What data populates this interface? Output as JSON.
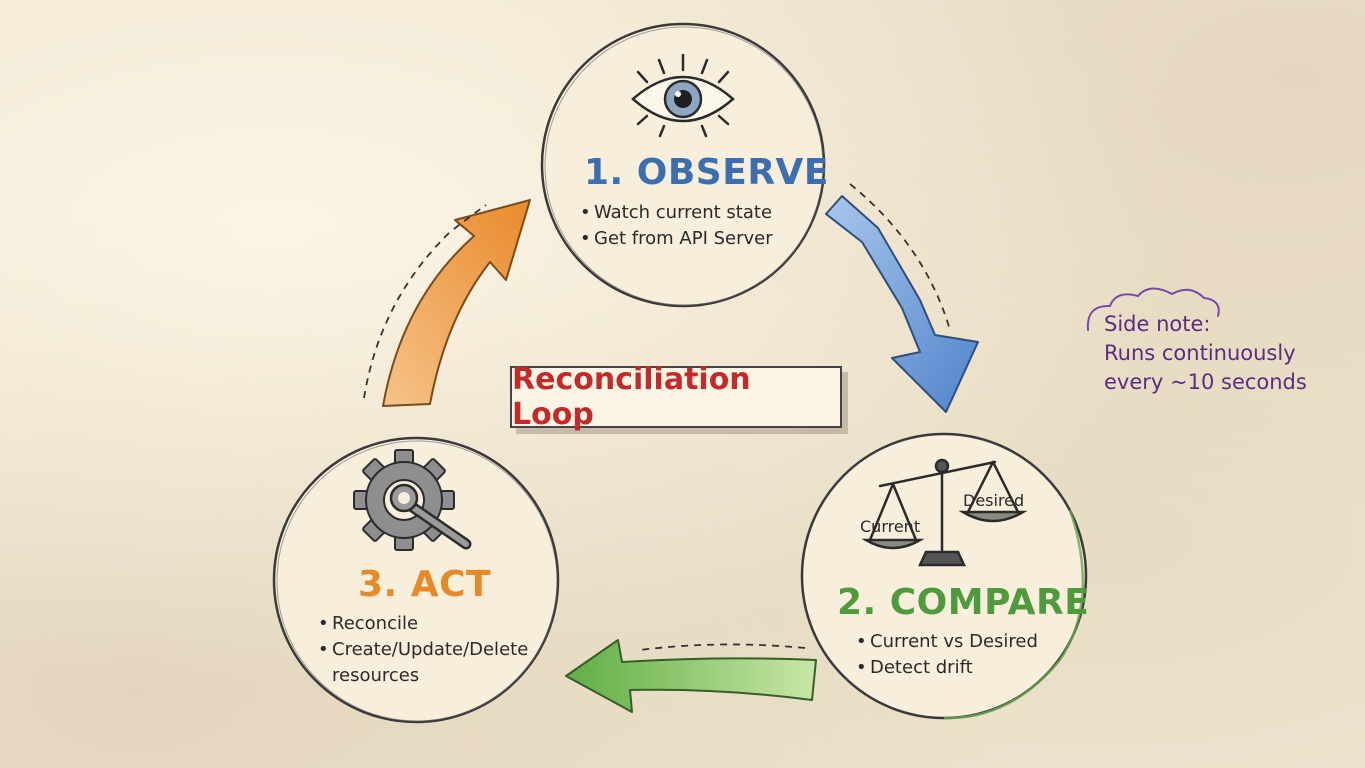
{
  "title": "Reconciliation Loop",
  "steps": [
    {
      "title": "1. OBSERVE",
      "icon": "eye-icon",
      "color": "#3d6fb0",
      "bullets": [
        "Watch current state",
        "Get from API Server"
      ]
    },
    {
      "title": "2. COMPARE",
      "icon": "balance-scale-icon",
      "color": "#4e9a3c",
      "bullets": [
        "Current vs Desired",
        "Detect drift"
      ],
      "scale_labels": {
        "left": "Current",
        "right": "Desired"
      }
    },
    {
      "title": "3. ACT",
      "icon": "gear-wrench-icon",
      "color": "#e58a2a",
      "bullets": [
        "Reconcile",
        "Create/Update/Delete",
        "resources"
      ]
    }
  ],
  "side_note": {
    "heading": "Side note:",
    "lines": [
      "Runs continuously",
      "every ~10 seconds"
    ],
    "color": "#5a2d82"
  },
  "arrow_colors": {
    "observe_to_compare": "#5b8fd0",
    "compare_to_act": "#7fbf5a",
    "act_to_observe": "#eb9a4a"
  }
}
